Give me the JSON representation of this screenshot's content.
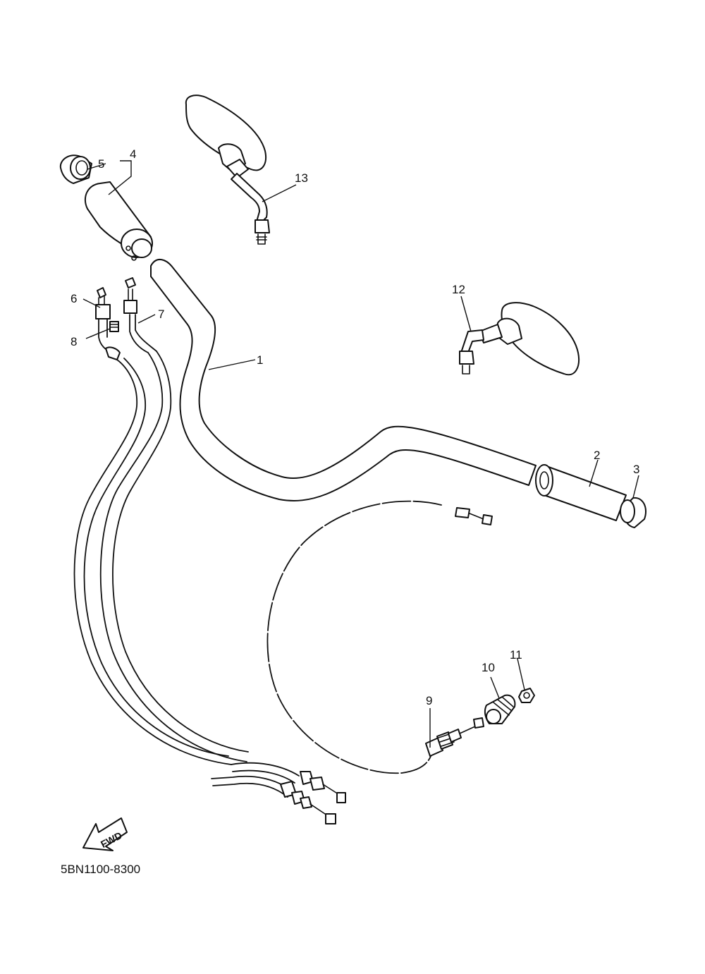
{
  "diagram": {
    "callouts": {
      "c1": "1",
      "c2": "2",
      "c3": "3",
      "c4": "4",
      "c5": "5",
      "c6": "6",
      "c7": "7",
      "c8": "8",
      "c9": "9",
      "c10": "10",
      "c11": "11",
      "c12": "12",
      "c13": "13"
    },
    "direction_label": "FWD",
    "drawing_code": "5BN1100-8300",
    "colors": {
      "ink": "#111111",
      "paper": "#ffffff"
    },
    "icons": {
      "direction": "fwd-arrow-icon"
    }
  }
}
